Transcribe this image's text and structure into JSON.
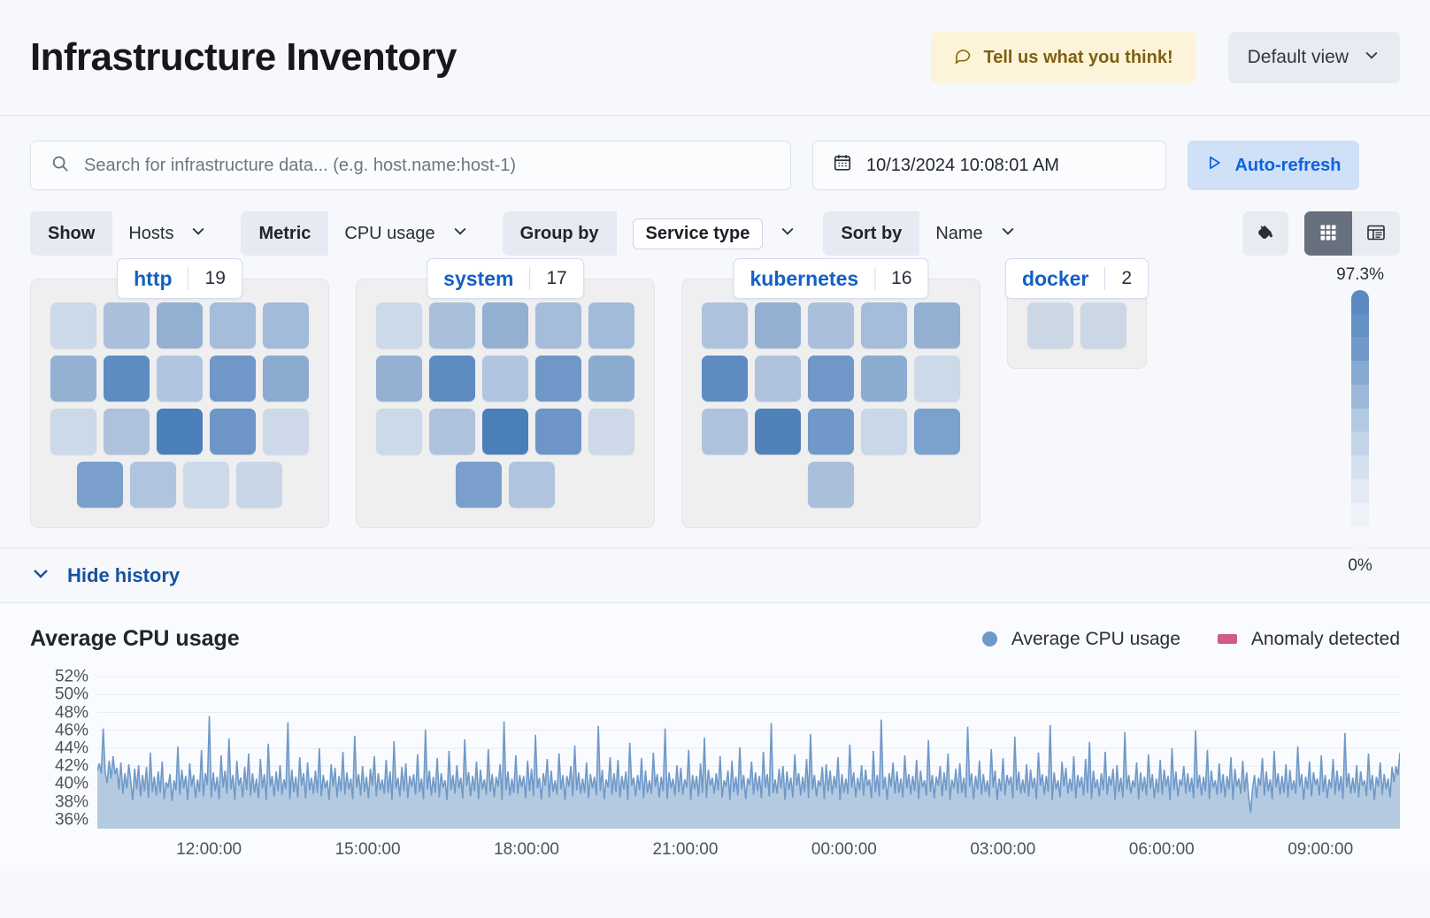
{
  "header": {
    "title": "Infrastructure Inventory",
    "feedback_label": "Tell us what you think!",
    "feedback_icon": "comment-icon",
    "view_selector_label": "Default view",
    "view_selector_icon": "chevron-down-icon"
  },
  "search": {
    "placeholder": "Search for infrastructure data... (e.g. host.name:host-1)",
    "value": "",
    "icon": "search-icon"
  },
  "date": {
    "value": "10/13/2024 10:08:01 AM",
    "icon": "calendar-icon"
  },
  "refresh": {
    "label": "Auto-refresh",
    "icon": "play-icon"
  },
  "filters": [
    {
      "label": "Show",
      "value": "Hosts",
      "boxed": false
    },
    {
      "label": "Metric",
      "value": "CPU usage",
      "boxed": false
    },
    {
      "label": "Group by",
      "value": "Service type",
      "boxed": true
    },
    {
      "label": "Sort by",
      "value": "Name",
      "boxed": false
    }
  ],
  "view_toggles": {
    "palette_icon": "color-fill-bucket-icon",
    "grid_icon": "grid-view-icon",
    "table_icon": "table-view-icon",
    "active": "grid"
  },
  "legend_scale": {
    "max_label": "97.3%",
    "min_label": "0%",
    "steps": [
      "#5c8ac0",
      "#6291c5",
      "#7099c9",
      "#87aad2",
      "#9cb9da",
      "#b3cae3",
      "#c5d5e9",
      "#d5e0ef",
      "#e3eaf4",
      "#eef2f8",
      "#f5f7fb"
    ]
  },
  "groups": [
    {
      "name": "http",
      "count": "19",
      "rows": [
        [
          "#cbd9e9",
          "#a9bfdc",
          "#93b0d3",
          "#a5bcdb",
          "#a3bbda"
        ],
        [
          "#94b1d3",
          "#5e8cc2",
          "#b1c5e0",
          "#6f97c8",
          "#8cabd0"
        ],
        [
          "#cbd9e9",
          "#aec2de",
          "#4b7fb9",
          "#6d95c7",
          "#cdd9e9"
        ],
        [
          "#7b9fcc",
          "#b0c4df",
          "#ccd9e9",
          "#c8d6e8"
        ]
      ]
    },
    {
      "name": "system",
      "count": "17",
      "rows": [
        [
          "#cbd9e9",
          "#a9bfdc",
          "#93b0d3",
          "#a5bcdb",
          "#a3bbda"
        ],
        [
          "#94b1d3",
          "#5e8cc2",
          "#b1c5e0",
          "#6f97c8",
          "#8cabd0"
        ],
        [
          "#cbd9e9",
          "#aec2de",
          "#4b7fb9",
          "#6d95c7",
          "#cdd9e9"
        ],
        [
          "#7b9fcc",
          "#b0c4df"
        ]
      ]
    },
    {
      "name": "kubernetes",
      "count": "16",
      "rows": [
        [
          "#aec2de",
          "#93b0d3",
          "#a9bfdc",
          "#a5bcdb",
          "#93b0d3"
        ],
        [
          "#5e8cc2",
          "#aec2de",
          "#6f97c8",
          "#8cabd0",
          "#cbd9e9"
        ],
        [
          "#aec2de",
          "#5181b9",
          "#7099c9",
          "#c9d7e8",
          "#7ba1cd"
        ],
        [
          "#a9bfdc"
        ]
      ]
    },
    {
      "name": "docker",
      "count": "2",
      "rows": [
        [
          "#ccd7e6",
          "#ccd7e6"
        ]
      ]
    }
  ],
  "history": {
    "toggle_label": "Hide history",
    "toggle_icon": "chevron-down-icon"
  },
  "chart_data": {
    "type": "area",
    "title": "Average CPU usage",
    "xlabel": "",
    "ylabel": "",
    "grid": true,
    "legend_position": "top-right",
    "legend": [
      {
        "name": "Average CPU usage",
        "marker": "circle",
        "color": "#6f99c8"
      },
      {
        "name": "Anomaly detected",
        "marker": "rect",
        "color": "#cc5d83"
      }
    ],
    "ylim": [
      35,
      53
    ],
    "yticks": [
      "52%",
      "50%",
      "48%",
      "46%",
      "44%",
      "42%",
      "40%",
      "38%",
      "36%"
    ],
    "ytick_values": [
      52,
      50,
      48,
      46,
      44,
      42,
      40,
      38,
      36
    ],
    "xticks": [
      "12:00:00",
      "15:00:00",
      "18:00:00",
      "21:00:00",
      "00:00:00",
      "03:00:00",
      "06:00:00",
      "09:00:00"
    ],
    "xtick_positions": [
      0.0857,
      0.2076,
      0.3295,
      0.4514,
      0.5733,
      0.6952,
      0.8171,
      0.939
    ],
    "series": [
      {
        "name": "Average CPU usage",
        "color": "#6f99c8",
        "fill": "#aec5de",
        "values": [
          41.5,
          42.3,
          41.2,
          46.2,
          41.3,
          40.1,
          42.6,
          40.6,
          43.1,
          41.1,
          41.8,
          39.4,
          42.4,
          38.9,
          41.2,
          39.5,
          42.2,
          40.3,
          38.2,
          41.7,
          39.4,
          42.1,
          38.6,
          41.0,
          39.2,
          41.9,
          38.4,
          43.5,
          39.1,
          40.8,
          38.7,
          41.4,
          39.0,
          42.5,
          38.3,
          40.2,
          39.6,
          41.1,
          38.1,
          40.4,
          39.3,
          44.2,
          38.8,
          41.6,
          39.5,
          40.9,
          38.2,
          42.3,
          39.7,
          41.0,
          38.4,
          40.5,
          39.1,
          43.8,
          38.6,
          41.2,
          39.9,
          47.6,
          38.5,
          41.3,
          39.2,
          40.8,
          38.3,
          43.2,
          39.6,
          41.5,
          38.9,
          45.1,
          39.4,
          41.0,
          38.2,
          42.6,
          39.8,
          40.7,
          38.5,
          41.9,
          39.3,
          43.4,
          38.7,
          41.2,
          39.0,
          40.6,
          38.4,
          42.8,
          39.5,
          41.1,
          38.2,
          44.5,
          39.7,
          40.9,
          38.6,
          41.4,
          39.2,
          42.1,
          38.8,
          40.5,
          39.4,
          46.9,
          38.3,
          41.6,
          39.1,
          40.8,
          38.5,
          43.0,
          39.8,
          41.2,
          38.4,
          42.4,
          39.3,
          40.7,
          38.9,
          41.5,
          39.0,
          44.0,
          38.6,
          41.0,
          39.5,
          40.4,
          38.2,
          42.2,
          39.7,
          41.8,
          38.5,
          40.9,
          39.2,
          43.6,
          38.8,
          41.3,
          39.4,
          40.6,
          38.3,
          45.4,
          39.6,
          41.1,
          38.7,
          42.0,
          39.1,
          40.8,
          38.4,
          41.7,
          39.8,
          43.1,
          38.6,
          41.2,
          39.3,
          40.5,
          38.9,
          42.7,
          39.0,
          41.4,
          38.2,
          44.8,
          39.5,
          40.7,
          38.6,
          41.9,
          39.2,
          42.3,
          38.4,
          40.9,
          39.7,
          41.1,
          38.8,
          43.3,
          39.1,
          40.6,
          38.3,
          46.1,
          39.4,
          41.5,
          38.7,
          40.8,
          39.0,
          42.9,
          38.5,
          41.2,
          39.6,
          40.4,
          38.2,
          43.7,
          39.3,
          41.0,
          38.9,
          42.1,
          39.5,
          40.7,
          38.4,
          45.0,
          39.8,
          41.3,
          38.6,
          40.9,
          39.2,
          42.5,
          38.3,
          41.6,
          39.4,
          40.5,
          38.8,
          43.9,
          39.1,
          41.1,
          38.5,
          40.8,
          39.7,
          42.2,
          38.2,
          47.0,
          39.3,
          41.4,
          38.7,
          40.6,
          39.0,
          43.2,
          38.9,
          41.0,
          39.6,
          40.9,
          38.4,
          42.6,
          39.2,
          41.7,
          38.6,
          45.5,
          39.5,
          40.7,
          38.3,
          41.2,
          39.8,
          42.8,
          38.5,
          41.5,
          39.1,
          40.4,
          38.8,
          43.4,
          39.4,
          41.0,
          38.2,
          40.9,
          39.7,
          42.0,
          38.6,
          44.3,
          39.3,
          41.3,
          38.9,
          40.6,
          39.0,
          42.4,
          38.4,
          41.1,
          39.5,
          40.8,
          38.7,
          46.5,
          39.2,
          41.6,
          38.3,
          40.5,
          39.6,
          43.0,
          38.8,
          41.2,
          39.1,
          42.7,
          38.5,
          40.9,
          39.4,
          41.4,
          38.2,
          44.6,
          39.8,
          40.7,
          38.6,
          41.0,
          39.3,
          42.9,
          38.4,
          41.5,
          39.0,
          40.4,
          38.9,
          43.5,
          39.7,
          41.1,
          38.5,
          40.8,
          39.2,
          46.2,
          38.3,
          41.3,
          39.5,
          40.6,
          38.7,
          42.1,
          39.1,
          41.8,
          38.8,
          40.5,
          39.6,
          43.8,
          38.2,
          41.0,
          39.4,
          40.9,
          38.6,
          42.3,
          39.0,
          45.2,
          38.4,
          41.6,
          39.8,
          40.7,
          38.9,
          41.2,
          39.3,
          43.1,
          38.5,
          40.4,
          39.7,
          41.5,
          38.2,
          42.6,
          39.1,
          40.8,
          38.7,
          44.1,
          39.4,
          41.0,
          38.3,
          40.6,
          39.9,
          42.5,
          38.8,
          41.3,
          39.2,
          40.9,
          38.4,
          43.6,
          39.6,
          41.1,
          38.6,
          46.8,
          39.0,
          40.5,
          38.9,
          41.7,
          39.5,
          42.0,
          38.2,
          41.4,
          39.3,
          40.7,
          38.5,
          43.3,
          39.8,
          41.2,
          38.7,
          40.8,
          39.1,
          42.8,
          38.4,
          45.6,
          39.4,
          41.0,
          38.6,
          40.4,
          39.7,
          41.9,
          38.3,
          42.2,
          39.2,
          41.5,
          38.8,
          40.9,
          39.5,
          43.0,
          38.2,
          41.1,
          39.0,
          40.6,
          38.9,
          44.4,
          39.6,
          41.3,
          38.5,
          40.7,
          39.3,
          42.1,
          38.7,
          41.6,
          39.8,
          40.5,
          38.4,
          43.7,
          39.1,
          41.0,
          38.6,
          47.2,
          39.4,
          40.8,
          38.2,
          41.2,
          39.7,
          42.4,
          38.9,
          41.4,
          39.0,
          40.6,
          38.5,
          43.2,
          39.5,
          41.1,
          38.8,
          40.9,
          39.2,
          42.7,
          38.3,
          41.5,
          39.6,
          40.4,
          38.7,
          44.9,
          39.1,
          41.0,
          38.4,
          40.8,
          39.8,
          42.0,
          38.6,
          41.3,
          39.3,
          43.4,
          38.2,
          40.5,
          39.5,
          41.7,
          38.9,
          42.3,
          39.0,
          40.7,
          38.5,
          46.4,
          39.7,
          41.2,
          38.3,
          40.9,
          39.4,
          42.6,
          38.8,
          41.1,
          39.1,
          40.4,
          38.6,
          43.9,
          39.6,
          41.5,
          38.2,
          40.6,
          39.2,
          42.9,
          38.7,
          41.0,
          39.9,
          40.8,
          38.4,
          45.3,
          39.3,
          41.4,
          38.9,
          40.5,
          39.0,
          42.2,
          38.6,
          41.6,
          39.5,
          40.7,
          38.3,
          43.5,
          39.8,
          41.1,
          38.8,
          40.9,
          39.1,
          46.6,
          38.2,
          41.3,
          39.4,
          40.4,
          38.5,
          42.5,
          39.7,
          41.8,
          38.9,
          40.6,
          39.2,
          43.1,
          38.4,
          41.0,
          39.6,
          40.8,
          38.7,
          42.8,
          39.0,
          44.7,
          38.3,
          41.5,
          39.5,
          40.5,
          38.6,
          41.2,
          39.3,
          43.6,
          38.8,
          40.9,
          39.8,
          41.7,
          38.2,
          42.1,
          39.1,
          40.7,
          38.5,
          45.8,
          39.4,
          41.0,
          38.9,
          40.4,
          39.6,
          42.4,
          38.3,
          41.3,
          39.2,
          40.8,
          38.7,
          43.3,
          39.5,
          41.1,
          38.4,
          40.6,
          39.0,
          42.7,
          38.8,
          41.6,
          39.7,
          40.9,
          38.2,
          44.0,
          39.3,
          41.4,
          38.6,
          40.5,
          39.8,
          42.0,
          38.9,
          41.2,
          39.1,
          40.7,
          38.4,
          46.0,
          39.5,
          41.0,
          38.7,
          40.8,
          39.2,
          43.8,
          38.3,
          41.5,
          39.6,
          40.4,
          38.8,
          42.3,
          39.0,
          41.1,
          38.5,
          40.9,
          39.4,
          43.0,
          38.2,
          41.7,
          39.7,
          40.6,
          38.9,
          42.6,
          39.1,
          41.3,
          38.6,
          36.8,
          39.5,
          41.0,
          38.4,
          40.7,
          39.8,
          42.9,
          38.7,
          41.4,
          39.2,
          40.5,
          38.3,
          43.7,
          39.6,
          41.2,
          38.8,
          40.9,
          39.0,
          42.2,
          38.5,
          41.6,
          39.3,
          40.4,
          38.9,
          44.2,
          39.7,
          41.1,
          38.2,
          40.8,
          39.4,
          42.5,
          38.6,
          41.3,
          39.9,
          40.6,
          38.7,
          43.2,
          39.1,
          41.0,
          38.4,
          40.5,
          39.5,
          42.8,
          38.8,
          41.5,
          39.2,
          40.9,
          38.3,
          45.7,
          39.6,
          41.2,
          38.9,
          40.7,
          39.0,
          42.1,
          38.5,
          41.4,
          39.8,
          40.4,
          38.6,
          43.4,
          39.3,
          41.0,
          38.2,
          40.8,
          39.7,
          42.4,
          38.8,
          41.1,
          39.4,
          40.6,
          38.5,
          41.9,
          40.2,
          42.0,
          41.0,
          43.5
        ]
      }
    ]
  }
}
